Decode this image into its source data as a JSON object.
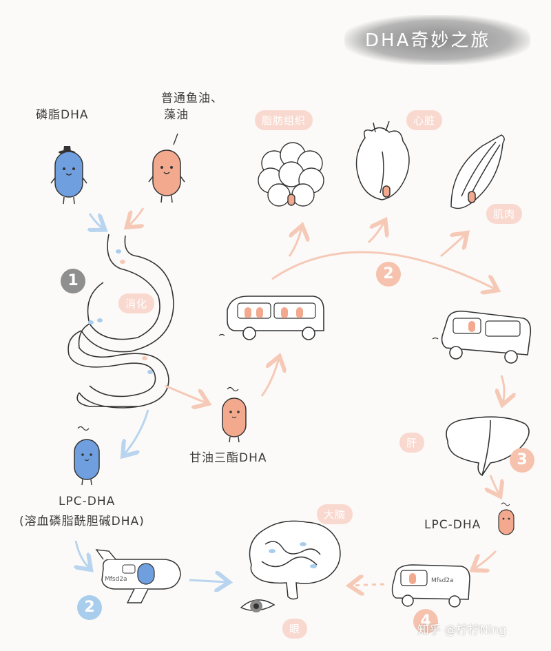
{
  "title": "DHA奇妙之旅",
  "labels": {
    "phospholipid_dha": "磷脂DHA",
    "fish_oil_line1": "普通鱼油、",
    "fish_oil_line2": "藻油",
    "triglyceride_dha": "甘油三酯DHA",
    "lpc_dha": "LPC-DHA",
    "lpc_dha_full": "(溶血磷脂酰胆碱DHA)",
    "lpc_dha_right": "LPC-DHA",
    "plane_tag": "Mfsd2a",
    "bus_tag": "Mfsd2a"
  },
  "pills": {
    "digestion": "消化",
    "adipose": "脂肪组织",
    "heart": "心脏",
    "muscle": "肌肉",
    "liver": "肝",
    "brain": "大脑",
    "eye": "眼"
  },
  "steps": {
    "one": "1",
    "two_top": "2",
    "two_bottom": "2",
    "three": "3",
    "four": "4"
  },
  "watermark": "知乎 @柠柠Ning",
  "colors": {
    "blue_char": "#6f9fde",
    "orange_char": "#f2a98e",
    "pill_orange": "#f9d9cf",
    "arrow_orange": "#f6c9b7",
    "arrow_blue": "#b8d4ee"
  }
}
